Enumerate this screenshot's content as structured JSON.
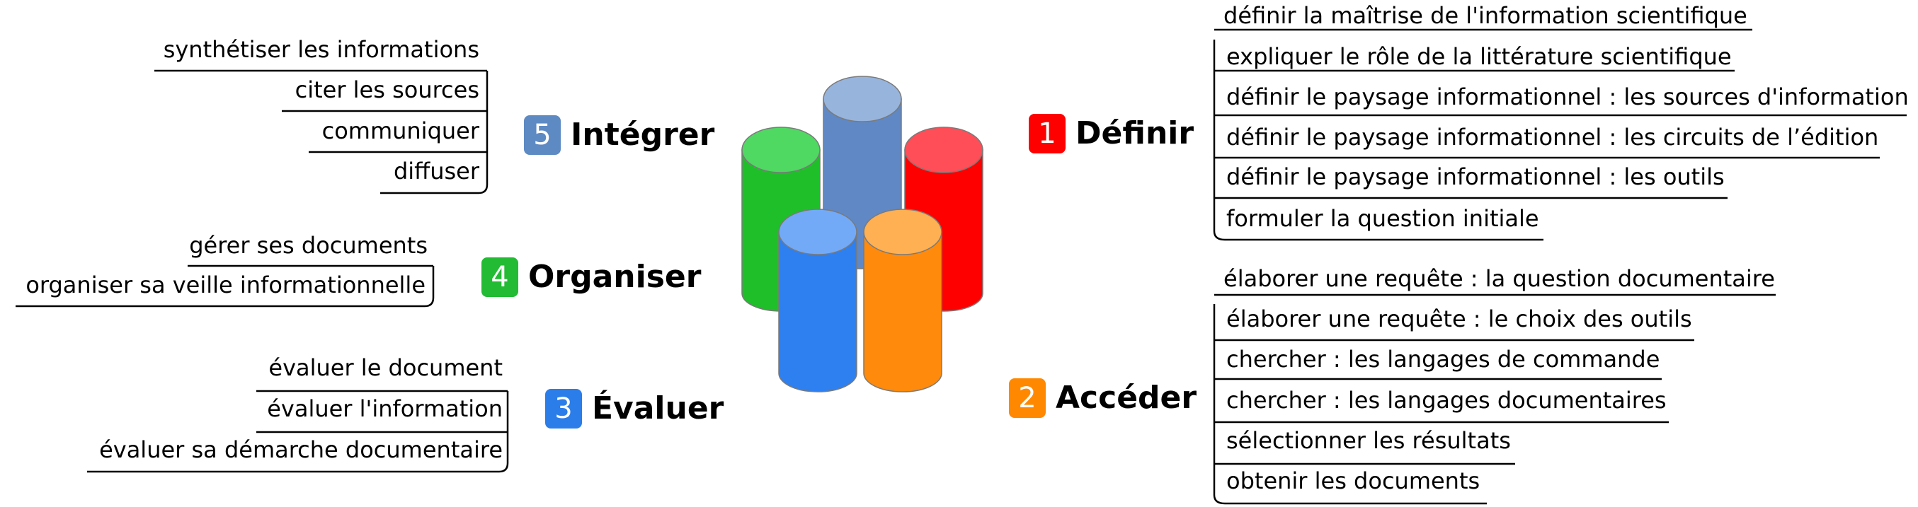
{
  "branches": {
    "definir": {
      "number": "1",
      "label": "Définir",
      "color": "#ff0000",
      "items": [
        "définir la maîtrise de l'information scientifique",
        "expliquer le rôle de la littérature scientifique",
        "définir le paysage informationnel : les sources d'information",
        "définir le paysage informationnel : les circuits de l’édition",
        "définir le paysage informationnel : les outils",
        "formuler la question initiale"
      ]
    },
    "acceder": {
      "number": "2",
      "label": "Accéder",
      "color": "#ff8800",
      "items": [
        "élaborer une requête : la question documentaire",
        "élaborer une requête : le choix des outils",
        "chercher : les langages de commande",
        "chercher : les langages documentaires",
        "sélectionner les résultats",
        "obtenir les documents"
      ]
    },
    "evaluer": {
      "number": "3",
      "label": "Évaluer",
      "color": "#2b7de9",
      "items": [
        "évaluer le document",
        "évaluer l'information",
        "évaluer sa démarche documentaire"
      ]
    },
    "organiser": {
      "number": "4",
      "label": "Organiser",
      "color": "#22bb33",
      "items": [
        "gérer ses documents",
        "organiser sa veille informationnelle"
      ]
    },
    "integrer": {
      "number": "5",
      "label": "Intégrer",
      "color": "#5e8ac4",
      "items": [
        "synthétiser les informations",
        "citer les sources",
        "communiquer",
        "diffuser"
      ]
    }
  }
}
